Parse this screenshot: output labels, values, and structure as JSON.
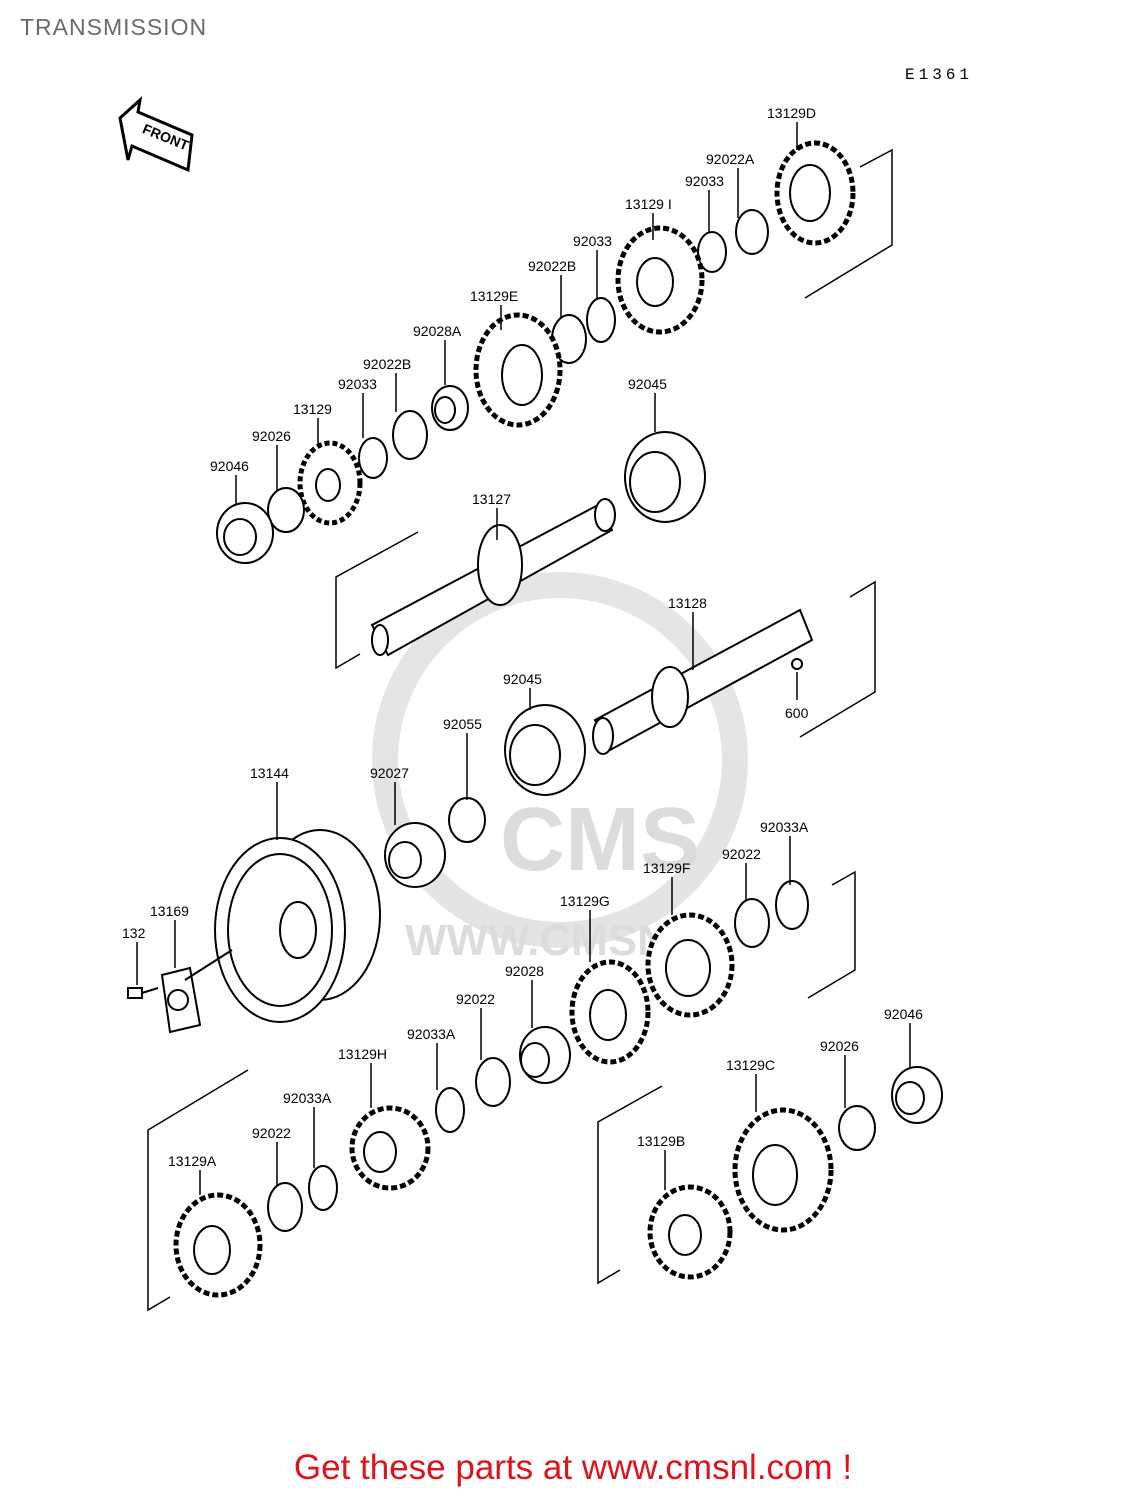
{
  "page": {
    "title": "TRANSMISSION",
    "diagram_code": "E1361",
    "front_arrow_label": "FRONT",
    "footer_cta": "Get these parts at www.cmsnl.com !",
    "watermark_text": "CMS",
    "watermark_url": "WWW.CMSNL"
  },
  "parts": [
    {
      "id": "p-13129D",
      "label": "13129D",
      "icon": "gear-icon"
    },
    {
      "id": "p-92022A",
      "label": "92022A",
      "icon": "collar-icon"
    },
    {
      "id": "p-92033-top",
      "label": "92033",
      "icon": "circlip-icon"
    },
    {
      "id": "p-13129I",
      "label": "13129 I",
      "icon": "gear-icon"
    },
    {
      "id": "p-92033-mid",
      "label": "92033",
      "icon": "circlip-icon"
    },
    {
      "id": "p-92022B-top",
      "label": "92022B",
      "icon": "collar-icon"
    },
    {
      "id": "p-13129E",
      "label": "13129E",
      "icon": "gear-icon"
    },
    {
      "id": "p-92028A",
      "label": "92028A",
      "icon": "needle-bearing-icon"
    },
    {
      "id": "p-92022B-low",
      "label": "92022B",
      "icon": "collar-icon"
    },
    {
      "id": "p-92033-low",
      "label": "92033",
      "icon": "circlip-icon"
    },
    {
      "id": "p-13129",
      "label": "13129",
      "icon": "gear-icon"
    },
    {
      "id": "p-92026-top",
      "label": "92026",
      "icon": "washer-icon"
    },
    {
      "id": "p-92046-top",
      "label": "92046",
      "icon": "ball-bearing-icon"
    },
    {
      "id": "p-92045-top",
      "label": "92045",
      "icon": "ball-bearing-icon"
    },
    {
      "id": "p-13127",
      "label": "13127",
      "icon": "shaft-icon"
    },
    {
      "id": "p-13128",
      "label": "13128",
      "icon": "shaft-icon"
    },
    {
      "id": "p-600",
      "label": "600",
      "icon": "ball-icon"
    },
    {
      "id": "p-92045-mid",
      "label": "92045",
      "icon": "ball-bearing-icon"
    },
    {
      "id": "p-92055",
      "label": "92055",
      "icon": "o-ring-icon"
    },
    {
      "id": "p-92027",
      "label": "92027",
      "icon": "collar-icon"
    },
    {
      "id": "p-13144",
      "label": "13144",
      "icon": "pulley-icon"
    },
    {
      "id": "p-13169",
      "label": "13169",
      "icon": "plate-icon"
    },
    {
      "id": "p-132",
      "label": "132",
      "icon": "bolt-icon"
    },
    {
      "id": "p-92033A-r",
      "label": "92033A",
      "icon": "circlip-icon"
    },
    {
      "id": "p-92022-r",
      "label": "92022",
      "icon": "collar-icon"
    },
    {
      "id": "p-13129F",
      "label": "13129F",
      "icon": "gear-icon"
    },
    {
      "id": "p-13129G",
      "label": "13129G",
      "icon": "gear-icon"
    },
    {
      "id": "p-92028",
      "label": "92028",
      "icon": "needle-bearing-icon"
    },
    {
      "id": "p-92022-mid",
      "label": "92022",
      "icon": "collar-icon"
    },
    {
      "id": "p-92033A-mid",
      "label": "92033A",
      "icon": "circlip-icon"
    },
    {
      "id": "p-13129H",
      "label": "13129H",
      "icon": "gear-icon"
    },
    {
      "id": "p-92033A-low",
      "label": "92033A",
      "icon": "circlip-icon"
    },
    {
      "id": "p-92022-low",
      "label": "92022",
      "icon": "collar-icon"
    },
    {
      "id": "p-13129A",
      "label": "13129A",
      "icon": "gear-icon"
    },
    {
      "id": "p-92046-low",
      "label": "92046",
      "icon": "ball-bearing-icon"
    },
    {
      "id": "p-92026-low",
      "label": "92026",
      "icon": "washer-icon"
    },
    {
      "id": "p-13129C",
      "label": "13129C",
      "icon": "gear-icon"
    },
    {
      "id": "p-13129B",
      "label": "13129B",
      "icon": "gear-icon"
    }
  ],
  "colors": {
    "line": "#000000",
    "watermark": "#d9d9d9",
    "cta": "#e0121b",
    "title": "#6a6a6a"
  }
}
